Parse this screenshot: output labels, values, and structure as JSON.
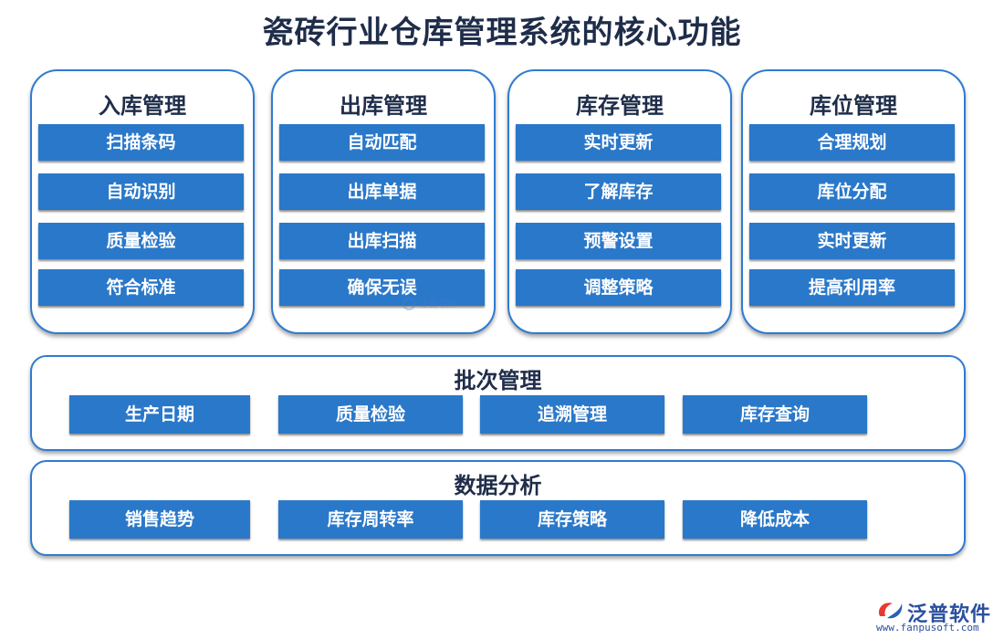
{
  "title": "瓷砖行业仓库管理系统的核心功能",
  "modules": [
    {
      "title": "入库管理",
      "items": [
        "扫描条码",
        "自动识别",
        "质量检验",
        "符合标准"
      ]
    },
    {
      "title": "出库管理",
      "items": [
        "自动匹配",
        "出库单据",
        "出库扫描",
        "确保无误"
      ]
    },
    {
      "title": "库存管理",
      "items": [
        "实时更新",
        "了解库存",
        "预警设置",
        "调整策略"
      ]
    },
    {
      "title": "库位管理",
      "items": [
        "合理规划",
        "库位分配",
        "实时更新",
        "提高利用率"
      ]
    }
  ],
  "batch": {
    "title": "批次管理",
    "items": [
      "生产日期",
      "质量检验",
      "追溯管理",
      "库存查询"
    ]
  },
  "analysis": {
    "title": "数据分析",
    "items": [
      "销售趋势",
      "库存周转率",
      "库存策略",
      "降低成本"
    ]
  },
  "logo": {
    "name": "泛普软件",
    "url": "www.fanpusoft.com",
    "icon": "fanpu-logo-icon"
  },
  "watermark": {
    "text": "泛普软件"
  },
  "colors": {
    "accent": "#2a78c9",
    "border": "#2f7bd0",
    "title": "#1f2d4a"
  }
}
